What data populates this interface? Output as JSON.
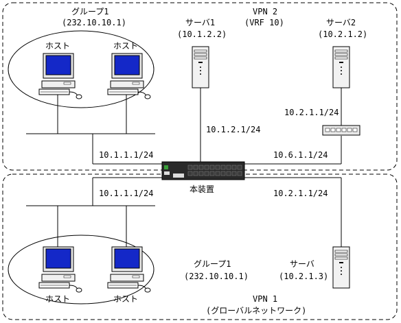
{
  "vpn2": {
    "title": "VPN 2",
    "subtitle": "(VRF 10)",
    "group": {
      "name": "グループ1",
      "address": "(232.10.10.1)"
    },
    "host_left_label": "ホスト",
    "host_right_label": "ホスト",
    "server1": {
      "name": "サーバ1",
      "address": "(10.1.2.2)"
    },
    "server2": {
      "name": "サーバ2",
      "address": "(10.2.1.2)"
    },
    "ip_server1_link": "10.1.2.1/24",
    "ip_server2_link": "10.2.1.1/24",
    "ip_hosts_link": "10.1.1.1/24",
    "ip_router_link": "10.6.1.1/24"
  },
  "device": {
    "label": "本装置"
  },
  "vpn1": {
    "title": "VPN 1",
    "subtitle": "(グローバルネットワーク)",
    "group": {
      "name": "グループ1",
      "address": "(232.10.10.1)"
    },
    "host_left_label": "ホスト",
    "host_right_label": "ホスト",
    "server": {
      "name": "サーバ",
      "address": "(10.2.1.3)"
    },
    "ip_hosts_link": "10.1.1.1/24",
    "ip_server_link": "10.2.1.1/24"
  }
}
